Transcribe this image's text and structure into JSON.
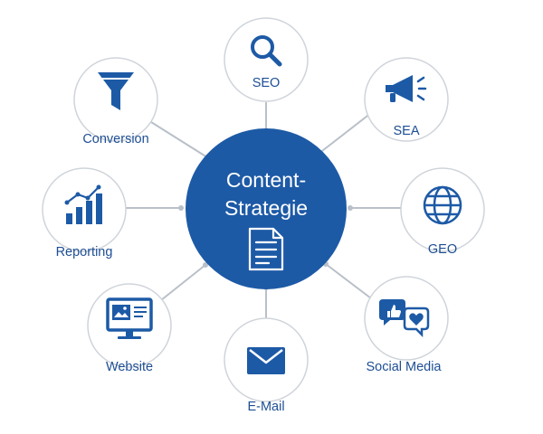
{
  "center": {
    "title_line1": "Content-",
    "title_line2": "Strategie",
    "icon": "document-icon"
  },
  "nodes": {
    "seo": {
      "label": "SEO",
      "icon": "search-icon"
    },
    "sea": {
      "label": "SEA",
      "icon": "megaphone-icon"
    },
    "geo": {
      "label": "GEO",
      "icon": "globe-icon"
    },
    "social_media": {
      "label": "Social Media",
      "icon": "like-heart-bubbles-icon"
    },
    "email": {
      "label": "E-Mail",
      "icon": "envelope-icon"
    },
    "website": {
      "label": "Website",
      "icon": "monitor-icon"
    },
    "reporting": {
      "label": "Reporting",
      "icon": "bar-chart-icon"
    },
    "conversion": {
      "label": "Conversion",
      "icon": "funnel-icon"
    }
  },
  "colors": {
    "primary_blue": "#1d5aa6",
    "label_blue": "#1d4e94",
    "connector_gray": "#b9c0c9",
    "circle_border": "#cfd4da",
    "background": "#ffffff"
  }
}
